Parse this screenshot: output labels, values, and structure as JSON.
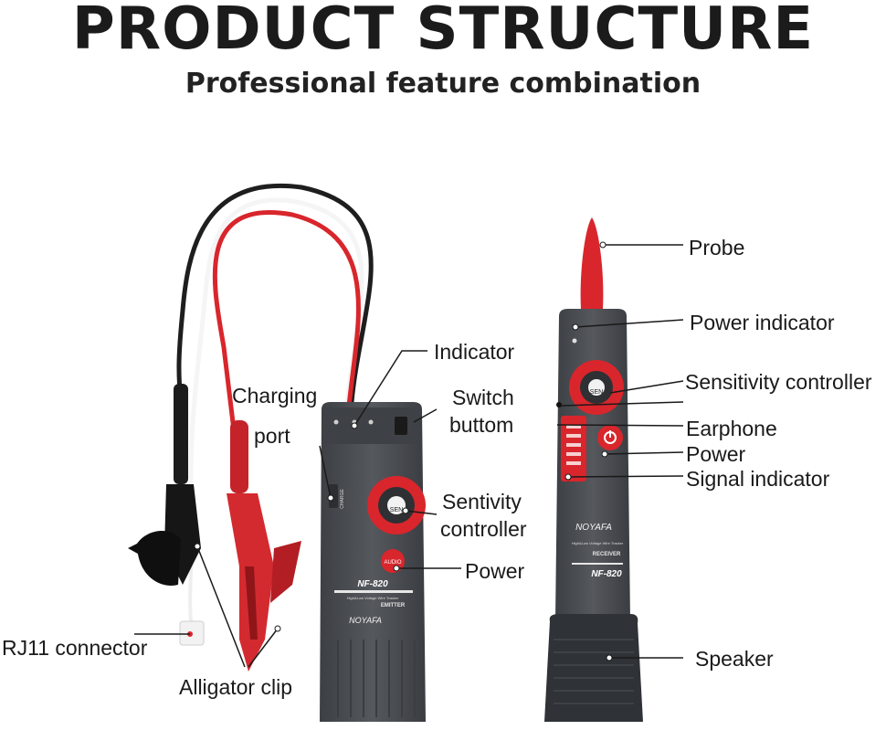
{
  "header": {
    "title": "PRODUCT STRUCTURE",
    "subtitle": "Professional feature combination"
  },
  "emitter": {
    "model": "NF-820",
    "series": "High&Low Voltage Wire Tracker",
    "unit_label": "EMITTER",
    "brand": "NOYAFA",
    "knob_text": "SEN",
    "button_text": "AUDIO",
    "charging_text": "CHARGE"
  },
  "receiver": {
    "model": "NF-820",
    "series": "High&Low Voltage Wire Tracker",
    "unit_label": "RECEIVER",
    "brand": "NOYAFA",
    "knob_text": "SEN"
  },
  "labels": {
    "indicator": "Indicator",
    "charging_line1": "Charging",
    "charging_line2": "port",
    "switch_line1": "Switch",
    "switch_line2": "buttom",
    "sentivity_line1": "Sentivity",
    "sentivity_line2": "controller",
    "power_emitter": "Power",
    "rj11": "RJ11 connector",
    "alligator": "Alligator clip",
    "probe": "Probe",
    "power_indicator": "Power indicator",
    "sensitivity_controller": "Sensitivity controller",
    "earphone": "Earphone",
    "power_receiver": "Power",
    "signal_indicator": "Signal indicator",
    "speaker": "Speaker"
  },
  "colors": {
    "device_body": "#4a4d52",
    "accent_red": "#d8262c",
    "wire_black": "#1e1e1e"
  }
}
